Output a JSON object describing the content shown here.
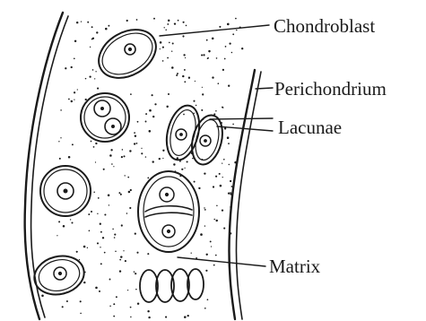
{
  "labels": {
    "chondroblast": "Chondroblast",
    "perichondrium": "Perichondrium",
    "lacunae": "Lacunae",
    "matrix": "Matrix"
  },
  "colors": {
    "ink": "#1a1a1a",
    "background": "#ffffff"
  }
}
